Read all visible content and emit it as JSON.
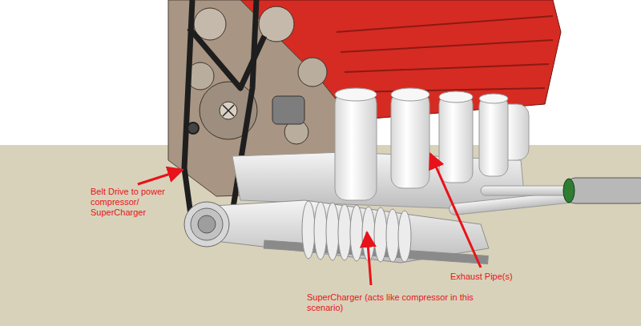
{
  "diagram": {
    "labels": [
      "Belt Drive to power compressor/ SuperCharger",
      "Exhaust Pipe(s)",
      "SuperCharger (acts like compressor in this scenario)"
    ]
  }
}
